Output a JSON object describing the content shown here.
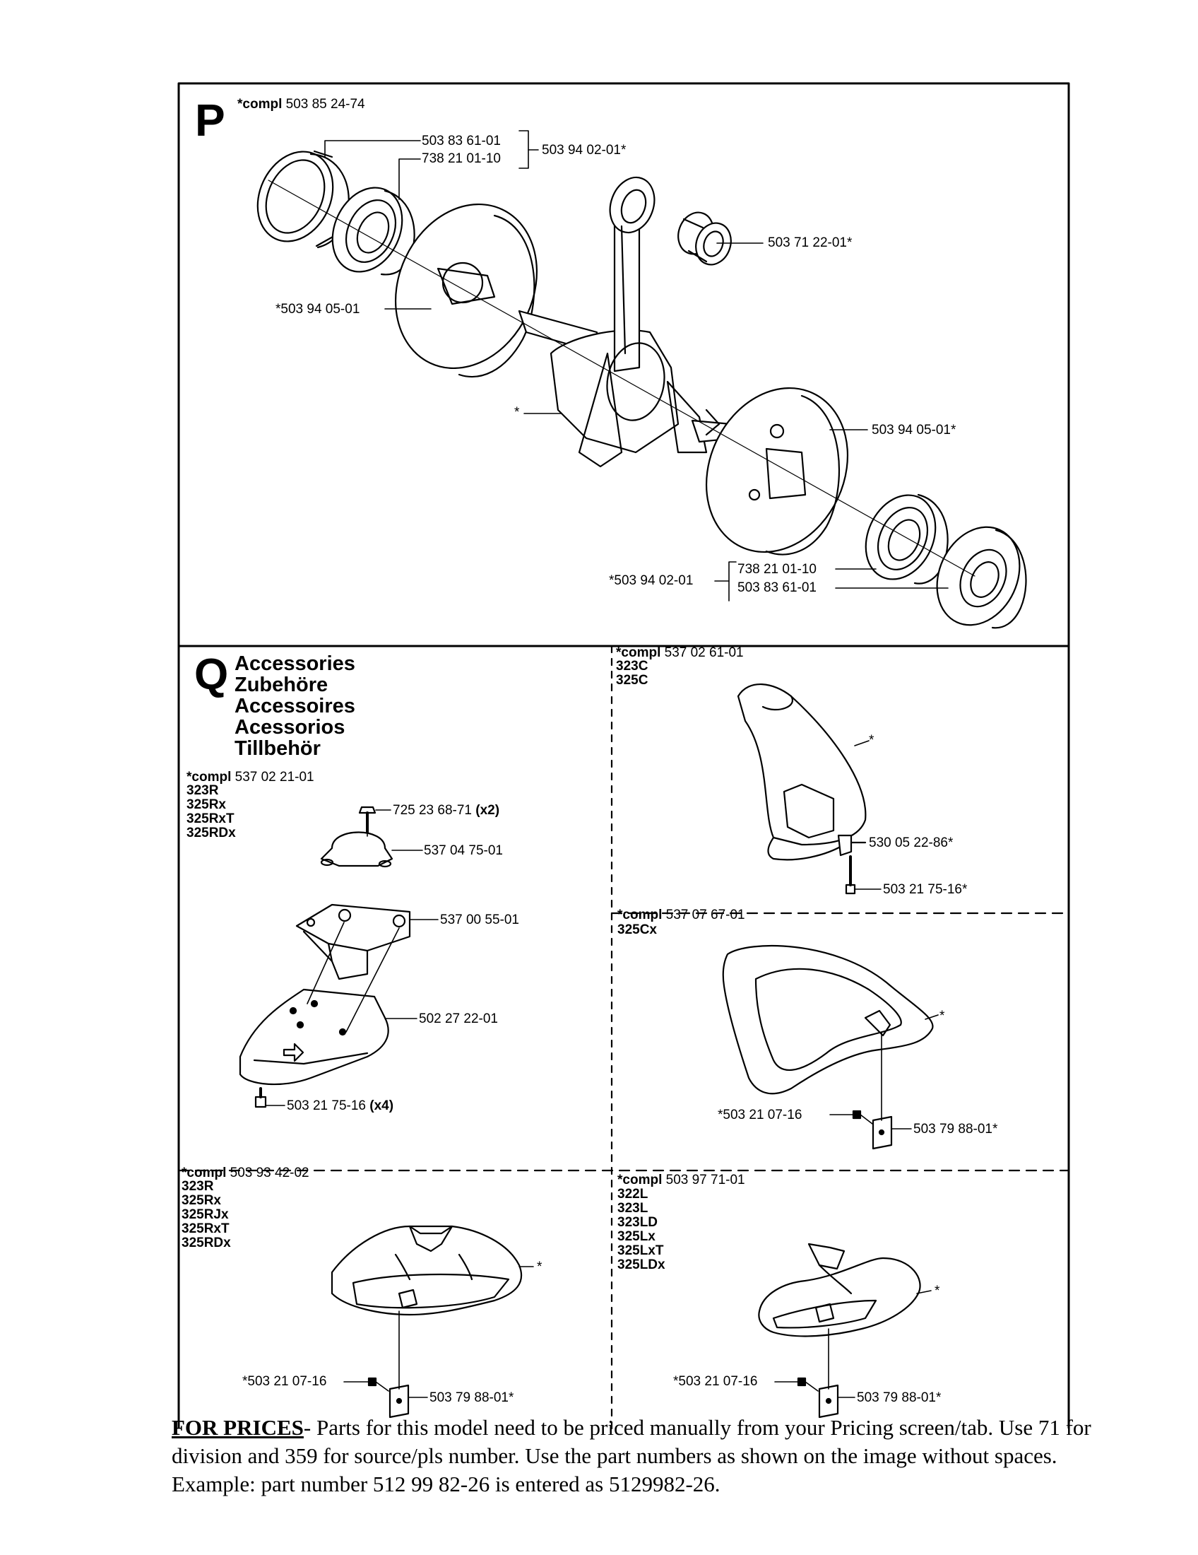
{
  "section_p": {
    "letter": "P",
    "compl_word": "*compl",
    "compl_number": "503 85 24-74",
    "labels": {
      "l1": "503 83 61-01",
      "l2": "738 21 01-10",
      "l3": "503 94 02-01*",
      "l4": "503 71 22-01*",
      "l5": "*503 94 05-01",
      "l6": "*",
      "l7": "503 94 05-01*",
      "l8": "*503 94 02-01",
      "l9": "738 21 01-10",
      "l10": "503 83 61-01"
    }
  },
  "section_q": {
    "letter": "Q",
    "titles": [
      "Accessories",
      "Zubehöre",
      "Accessoires",
      "Acessorios",
      "Tillbehör"
    ],
    "kit1": {
      "compl_word": "*compl",
      "compl_number": "537 02 21-01",
      "models": [
        "323R",
        "325Rx",
        "325RxT",
        "325RDx"
      ],
      "parts": {
        "bolt_number": "725 23 68-71",
        "bolt_qty": "(x2)",
        "clamp": "537 04 75-01",
        "holder": "537 00 55-01",
        "guard": "502 27 22-01",
        "screw_number": "503 21 75-16",
        "screw_qty": "(x4)"
      }
    },
    "kit2": {
      "compl_word": "*compl",
      "compl_number": "537 02 61-01",
      "models": [
        "323C",
        "325C"
      ],
      "parts": {
        "star": "*",
        "bracket": "530 05 22-86*",
        "screw": "503 21 75-16*"
      }
    },
    "kit3": {
      "compl_word": "*compl",
      "compl_number": "537 07 67-01",
      "models": [
        "325Cx"
      ],
      "parts": {
        "star": "*",
        "screw": "*503 21 07-16",
        "plate": "503 79 88-01*"
      }
    },
    "kit4": {
      "compl_word": "*compl",
      "compl_number": "503 93 42-02",
      "models": [
        "323R",
        "325Rx",
        "325RJx",
        "325RxT",
        "325RDx"
      ],
      "parts": {
        "star": "*",
        "screw": "*503 21 07-16",
        "plate": "503 79 88-01*"
      }
    },
    "kit5": {
      "compl_word": "*compl",
      "compl_number": "503 97 71-01",
      "models": [
        "322L",
        "323L",
        "323LD",
        "325Lx",
        "325LxT",
        "325LDx"
      ],
      "parts": {
        "star": "*",
        "screw": "*503 21 07-16",
        "plate": "503 79 88-01*"
      }
    }
  },
  "footer": {
    "heading": "FOR PRICES",
    "text": "- Parts for this model need to be priced manually from your Pricing screen/tab. Use 71 for division and 359 for source/pls number.  Use the part numbers as shown on the image without spaces.  Example: part number 512 99 82-26 is entered as 5129982-26."
  }
}
